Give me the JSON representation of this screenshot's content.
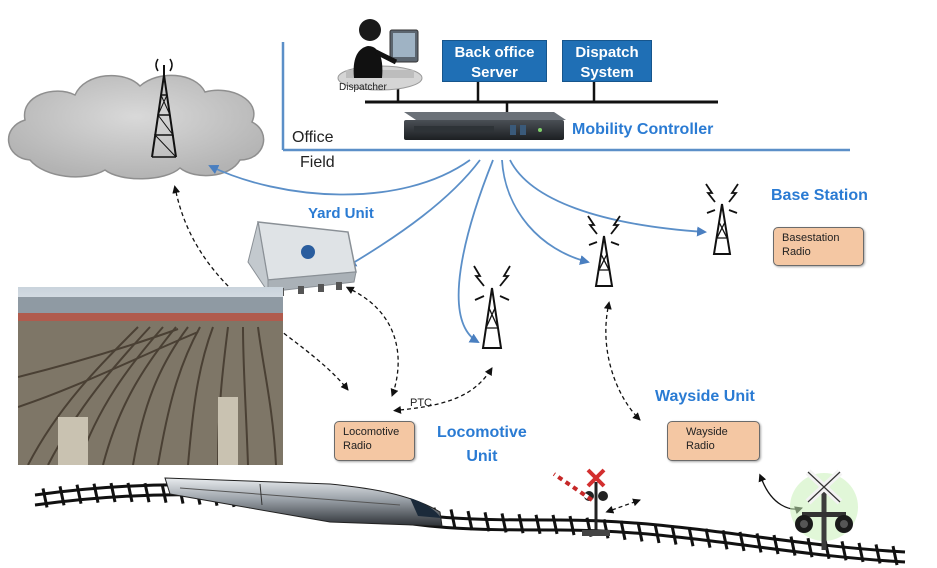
{
  "office_label": "Office",
  "field_label": "Field",
  "dispatcher_label": "Dispatcher",
  "back_office": {
    "line1": "Back office",
    "line2": "Server"
  },
  "dispatch_system": {
    "line1": "Dispatch",
    "line2": "System"
  },
  "mobility_controller_label": "Mobility Controller",
  "base_station_label": "Base Station",
  "basestation_radio": {
    "line1": "Basestation",
    "line2": "Radio"
  },
  "yard_unit_label": "Yard Unit",
  "locomotive_unit": {
    "line1": "Locomotive",
    "line2": "Unit"
  },
  "locomotive_radio": {
    "line1": "Locomotive",
    "line2": "Radio"
  },
  "wayside_unit_label": "Wayside Unit",
  "wayside_radio": {
    "line1": "Wayside",
    "line2": "Radio"
  },
  "ptc_label": "PTC",
  "colors": {
    "link_blue": "#5b8fc8",
    "box_blue": "#1f6fb5",
    "label_blue": "#2a7bd3",
    "radio_fill": "#f4c7a3"
  },
  "icons": [
    "cloud-icon",
    "cell-tower-icon",
    "dispatcher-icon",
    "server-rack-icon",
    "yard-unit-device-icon",
    "train-icon",
    "railway-signal-icon",
    "crossing-signal-icon",
    "rail-yard-photo"
  ]
}
